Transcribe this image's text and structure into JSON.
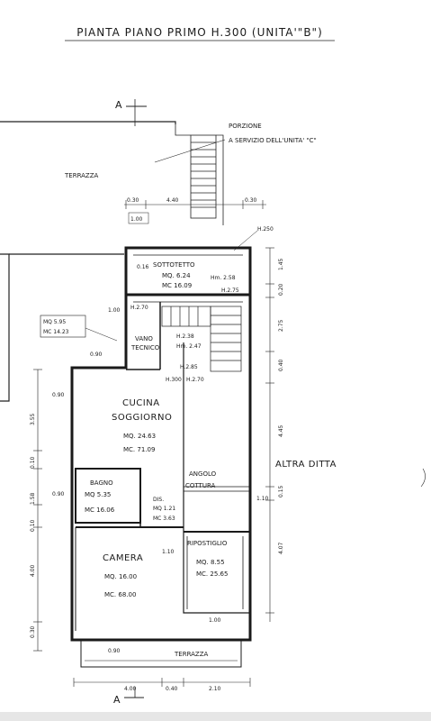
{
  "title": "PIANTA PIANO PRIMO H.300 (UNITA'\"B\")",
  "section_marker_top": "A",
  "section_marker_bottom": "A",
  "porzione_note": [
    "PORZIONE",
    "A SERVIZIO DELL'UNITA' \"C\""
  ],
  "terrazza_top": "TERRAZZA",
  "terrazza_bottom": "TERRAZZA",
  "altra_ditta": "ALTRA DITTA",
  "h250": "H.250",
  "rooms": {
    "sottotetto": {
      "name": "SOTTOTETTO",
      "mq": "MQ. 6.24",
      "mc": "MC 16.09",
      "hm": "Hm. 2.58",
      "h": "H.2.75"
    },
    "vano_tecnico": {
      "name1": "VANO",
      "name2": "TECNICO",
      "mq": "MQ 5.95",
      "mc": "MC 14.23"
    },
    "stair": {
      "h1": "H.2.38",
      "hm": "Hm. 2.47",
      "h2": "H.2.85",
      "h3": "H.2.70",
      "h_top": "H.2.70",
      "h_300": "H.300"
    },
    "cucina": {
      "name1": "CUCINA",
      "name2": "SOGGIORNO",
      "mq": "MQ. 24.63",
      "mc": "MC. 71.09"
    },
    "angolo": {
      "name1": "ANGOLO",
      "name2": "COTTURA"
    },
    "bagno": {
      "name": "BAGNO",
      "mq": "MQ 5.35",
      "mc": "MC 16.06"
    },
    "dis": {
      "name": "DIS.",
      "mq": "MQ 1.21",
      "mc": "MC 3.63"
    },
    "camera": {
      "name": "CAMERA",
      "mq": "MQ. 16.00",
      "mc": "MC. 68.00"
    },
    "ripostiglio": {
      "name": "RIPOSTIGLIO",
      "mq": "MQ. 8.55",
      "mc": "MC. 25.65"
    }
  },
  "dims_top": [
    "0.30",
    "4.40",
    "0.30"
  ],
  "dims_top_small": "1.00",
  "dims_right": [
    "1.45",
    "0.20",
    "2.75",
    "0.40",
    "4.45",
    "0.15",
    "4.07"
  ],
  "dims_left": [
    "3.55",
    "0.10",
    "1.58",
    "0.10",
    "4.00",
    "0.30"
  ],
  "dims_bottom": [
    "4.00",
    "0.40",
    "2.10"
  ],
  "dims_misc": {
    "d1": "1.00",
    "d2": "0.90",
    "d3": "0.90",
    "d4": "1.10",
    "d5": "0.90",
    "d6": "1.00",
    "d7": "1.10",
    "d8": "0.90"
  },
  "stepper_marks": [
    "0.16",
    "0.10"
  ]
}
